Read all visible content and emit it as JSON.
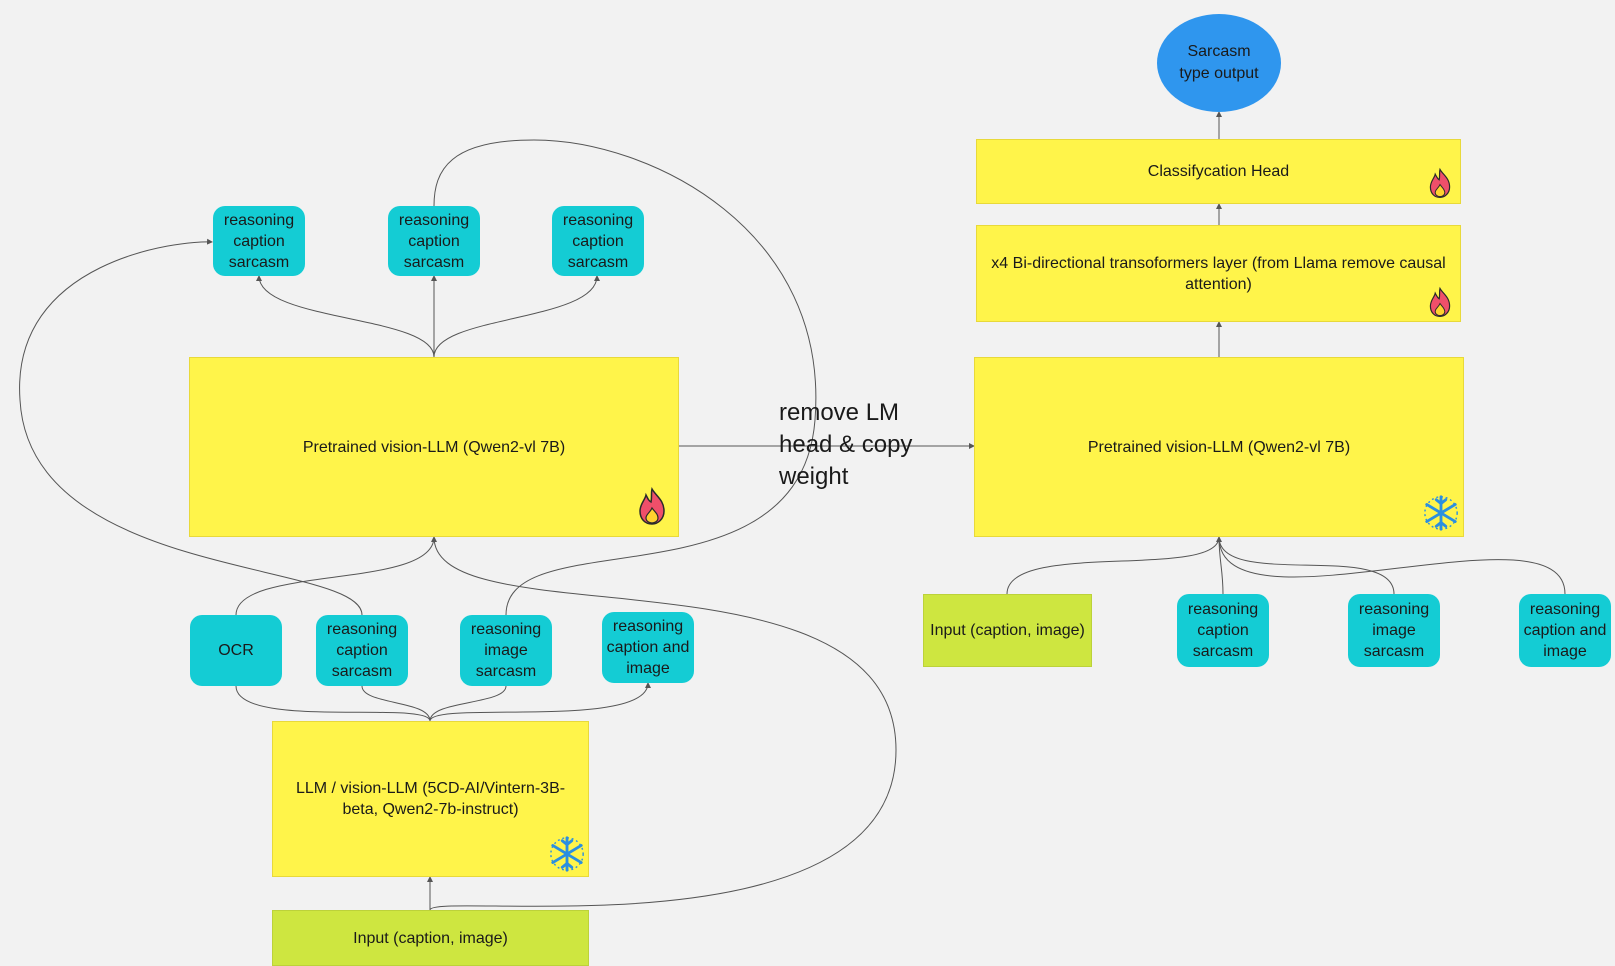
{
  "left": {
    "pretrained_llm": "Pretrained vision-LLM (Qwen2-vl 7B)",
    "top_outputs": [
      "reasoning caption sarcasm",
      "reasoning caption sarcasm",
      "reasoning caption sarcasm"
    ],
    "mid_items": [
      "OCR",
      "reasoning caption sarcasm",
      "reasoning image sarcasm",
      "reasoning caption and image"
    ],
    "generator_llm": "LLM / vision-LLM (5CD-AI/Vintern-3B-beta, Qwen2-7b-instruct)",
    "input": "Input (caption, image)"
  },
  "transfer_label": "remove LM head & copy weight",
  "right": {
    "output": "Sarcasm type output",
    "classification_head": "Classifycation Head",
    "transformer_layers": "x4 Bi-directional transoformers layer (from Llama remove causal attention)",
    "pretrained_llm": "Pretrained vision-LLM (Qwen2-vl 7B)",
    "inputs": [
      "Input (caption, image)",
      "reasoning caption sarcasm",
      "reasoning image sarcasm",
      "reasoning caption and image"
    ]
  },
  "icons": {
    "trainable": "fire-icon",
    "frozen": "snowflake-icon"
  },
  "colors": {
    "yellow_box": "#fff44a",
    "input_box": "#cee640",
    "teal_box": "#14ccd4",
    "output_oval": "#2f96ee",
    "background": "#f2f2f2"
  }
}
